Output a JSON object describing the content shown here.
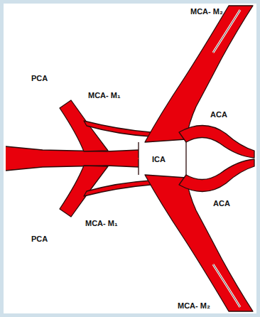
{
  "diagram": {
    "labels": [
      "MCA- M₂",
      "PCA",
      "MCA- M₁",
      "ACA",
      "ICA",
      "ACA",
      "PCA",
      "MCA- M₁",
      "MCA- M₂"
    ]
  }
}
